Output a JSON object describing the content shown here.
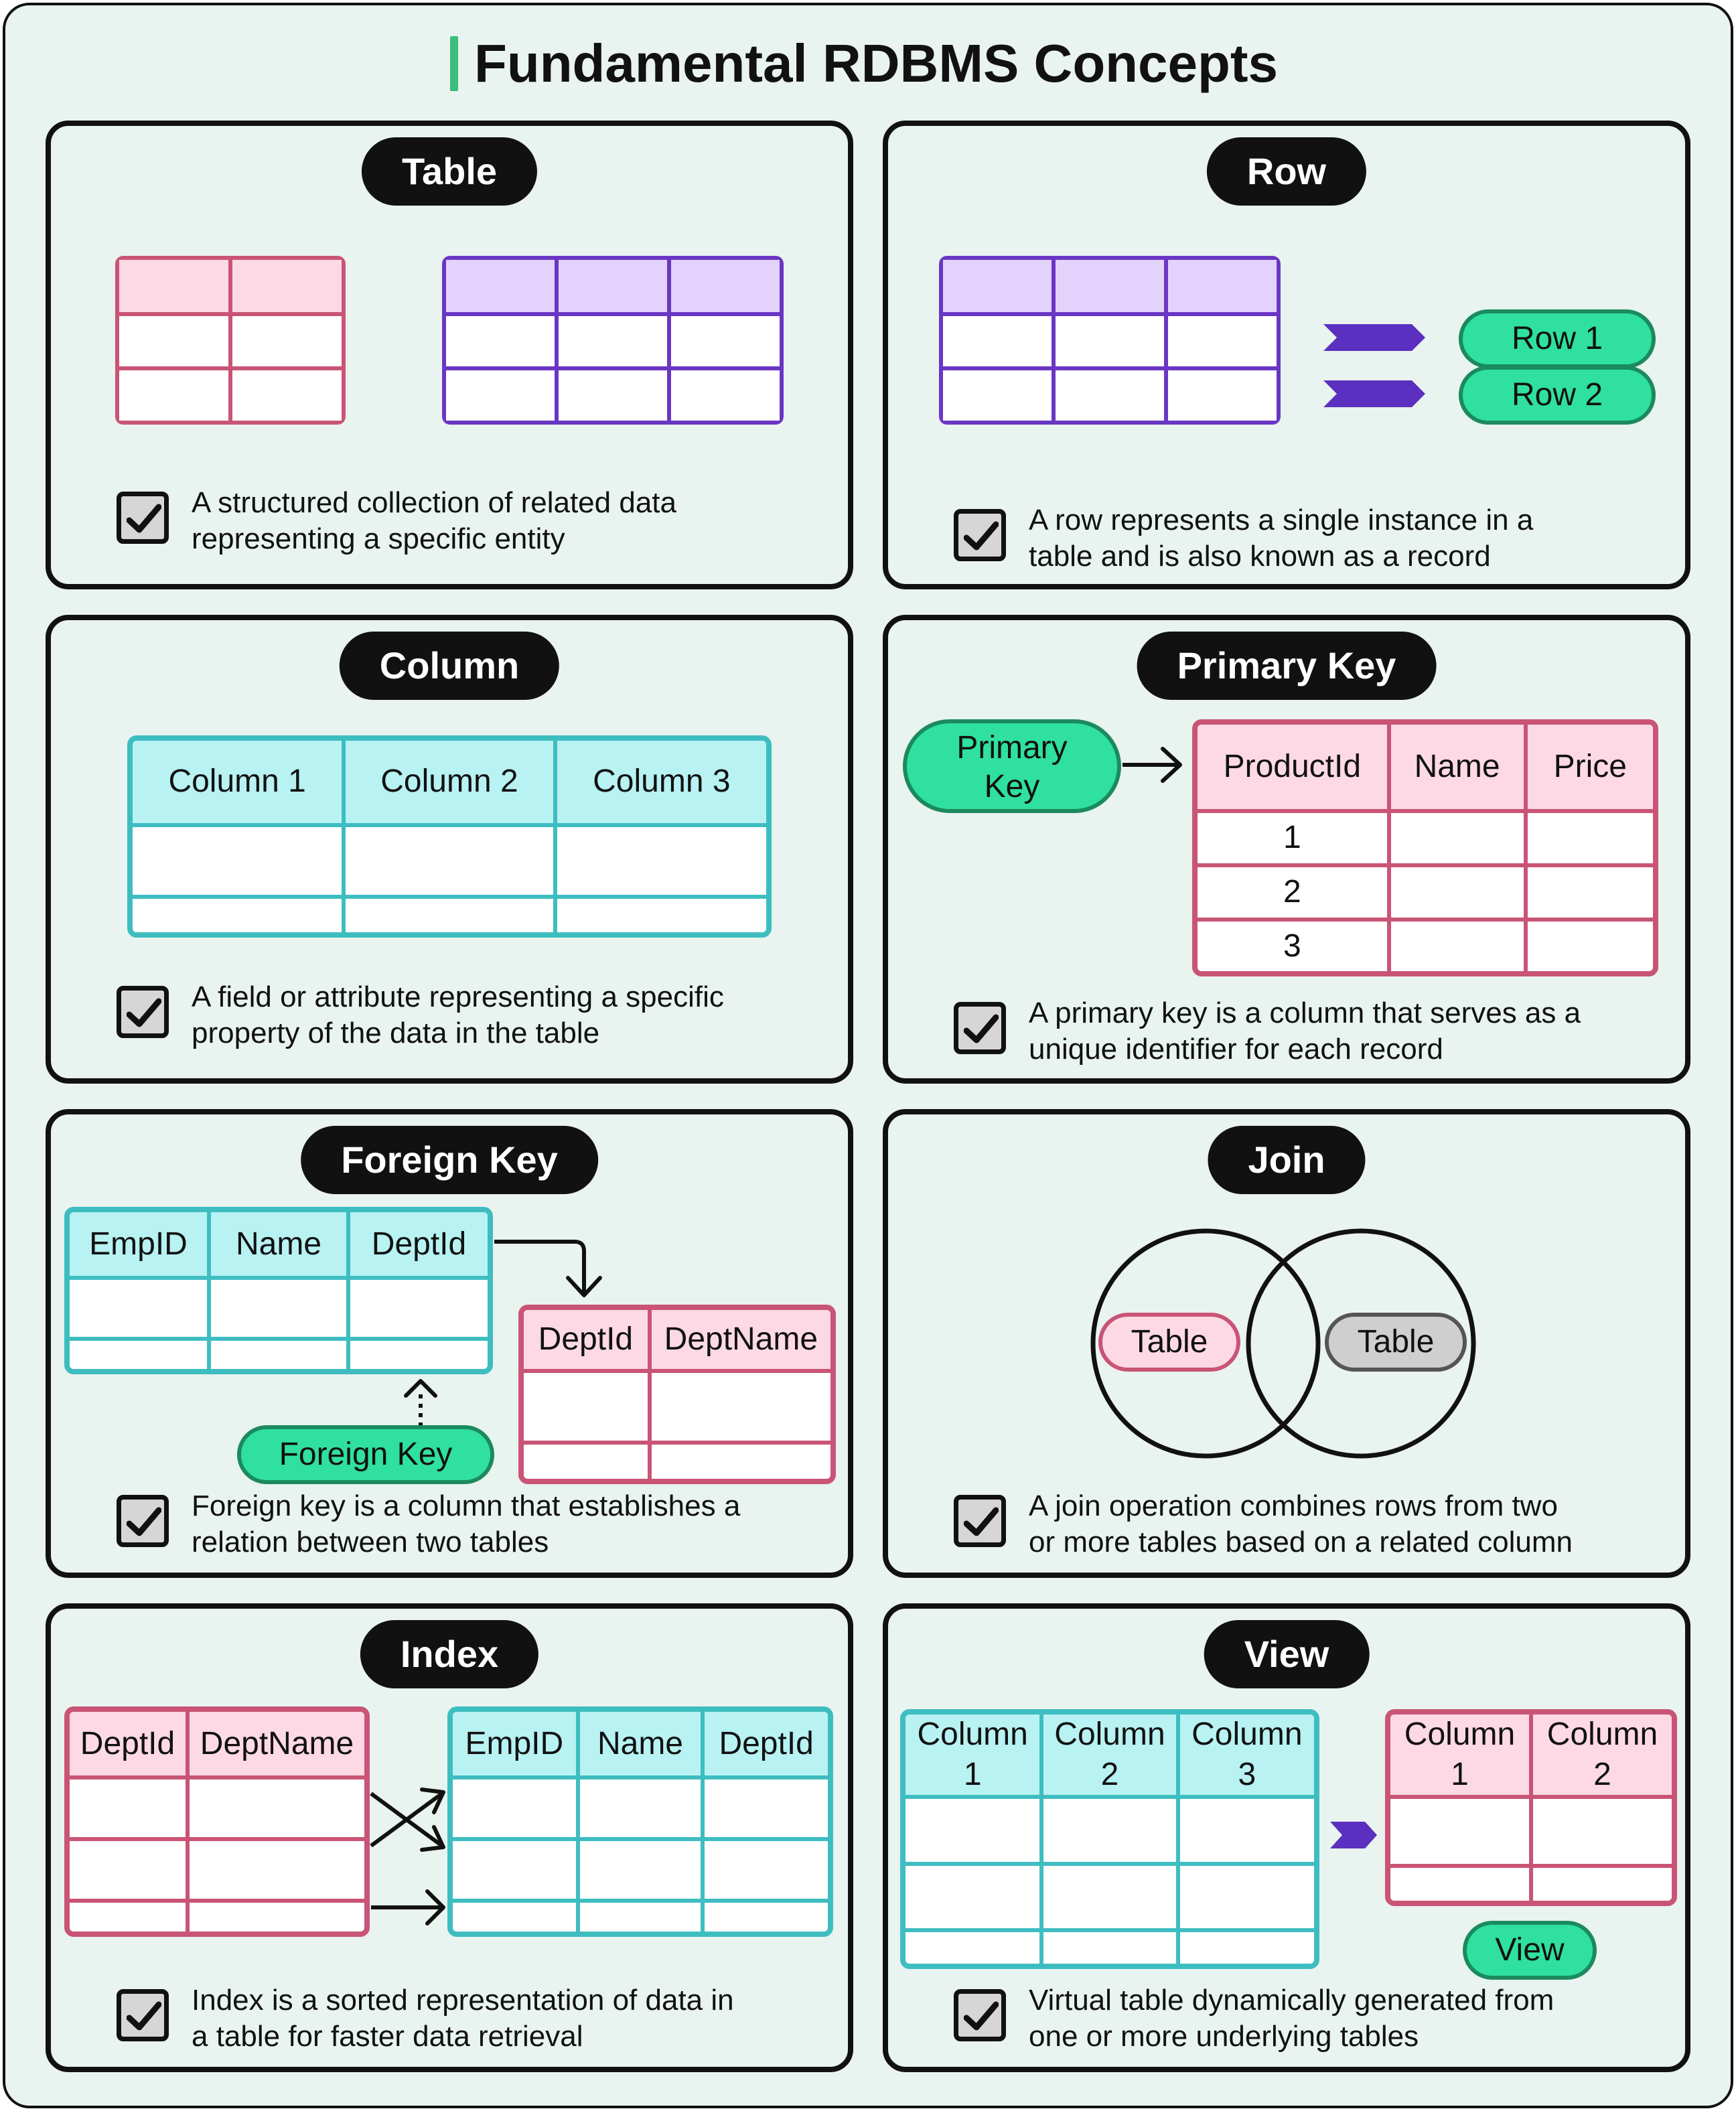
{
  "title": "Fundamental RDBMS Concepts",
  "cards": {
    "table": {
      "label": "Table",
      "description_line1": "A structured collection of related data",
      "description_line2": "representing a specific entity"
    },
    "row": {
      "label": "Row",
      "row1": "Row 1",
      "row2": "Row 2",
      "description_line1": "A row represents a single instance in a",
      "description_line2": "table and is also known as a record"
    },
    "column": {
      "label": "Column",
      "headers": [
        "Column 1",
        "Column 2",
        "Column 3"
      ],
      "description_line1": "A field or attribute representing a specific",
      "description_line2": "property of the data in the table"
    },
    "primary_key": {
      "label": "Primary Key",
      "pk_line1": "Primary",
      "pk_line2": "Key",
      "headers": [
        "ProductId",
        "Name",
        "Price"
      ],
      "ids": [
        "1",
        "2",
        "3"
      ],
      "description_line1": "A primary key is a column that serves as a",
      "description_line2": "unique identifier for each record"
    },
    "foreign_key": {
      "label": "Foreign Key",
      "emp_headers": [
        "EmpID",
        "Name",
        "DeptId"
      ],
      "dept_headers": [
        "DeptId",
        "DeptName"
      ],
      "fk_tag": "Foreign Key",
      "description_line1": "Foreign key is a column that establishes a",
      "description_line2": "relation between two tables"
    },
    "join": {
      "label": "Join",
      "left_table": "Table",
      "right_table": "Table",
      "description_line1": "A join operation combines rows from two",
      "description_line2": "or more tables based on a related column"
    },
    "index": {
      "label": "Index",
      "dept_headers": [
        "DeptId",
        "DeptName"
      ],
      "emp_headers": [
        "EmpID",
        "Name",
        "DeptId"
      ],
      "description_line1": "Index is a sorted representation of data in",
      "description_line2": "a table for faster data retrieval"
    },
    "view": {
      "label": "View",
      "base_headers": [
        [
          "Column",
          "1"
        ],
        [
          "Column",
          "2"
        ],
        [
          "Column",
          "3"
        ]
      ],
      "view_headers": [
        [
          "Column",
          "1"
        ],
        [
          "Column",
          "2"
        ]
      ],
      "view_tag": "View",
      "description_line1": "Virtual table dynamically generated from",
      "description_line2": "one or more underlying tables"
    }
  },
  "colors": {
    "accent_green": "#2fe0a0",
    "title_bar": "#3bbd7c",
    "pink": "#c95476",
    "purple": "#6a36c4",
    "cyan": "#3ebdc1",
    "background": "#e9f3ef"
  }
}
